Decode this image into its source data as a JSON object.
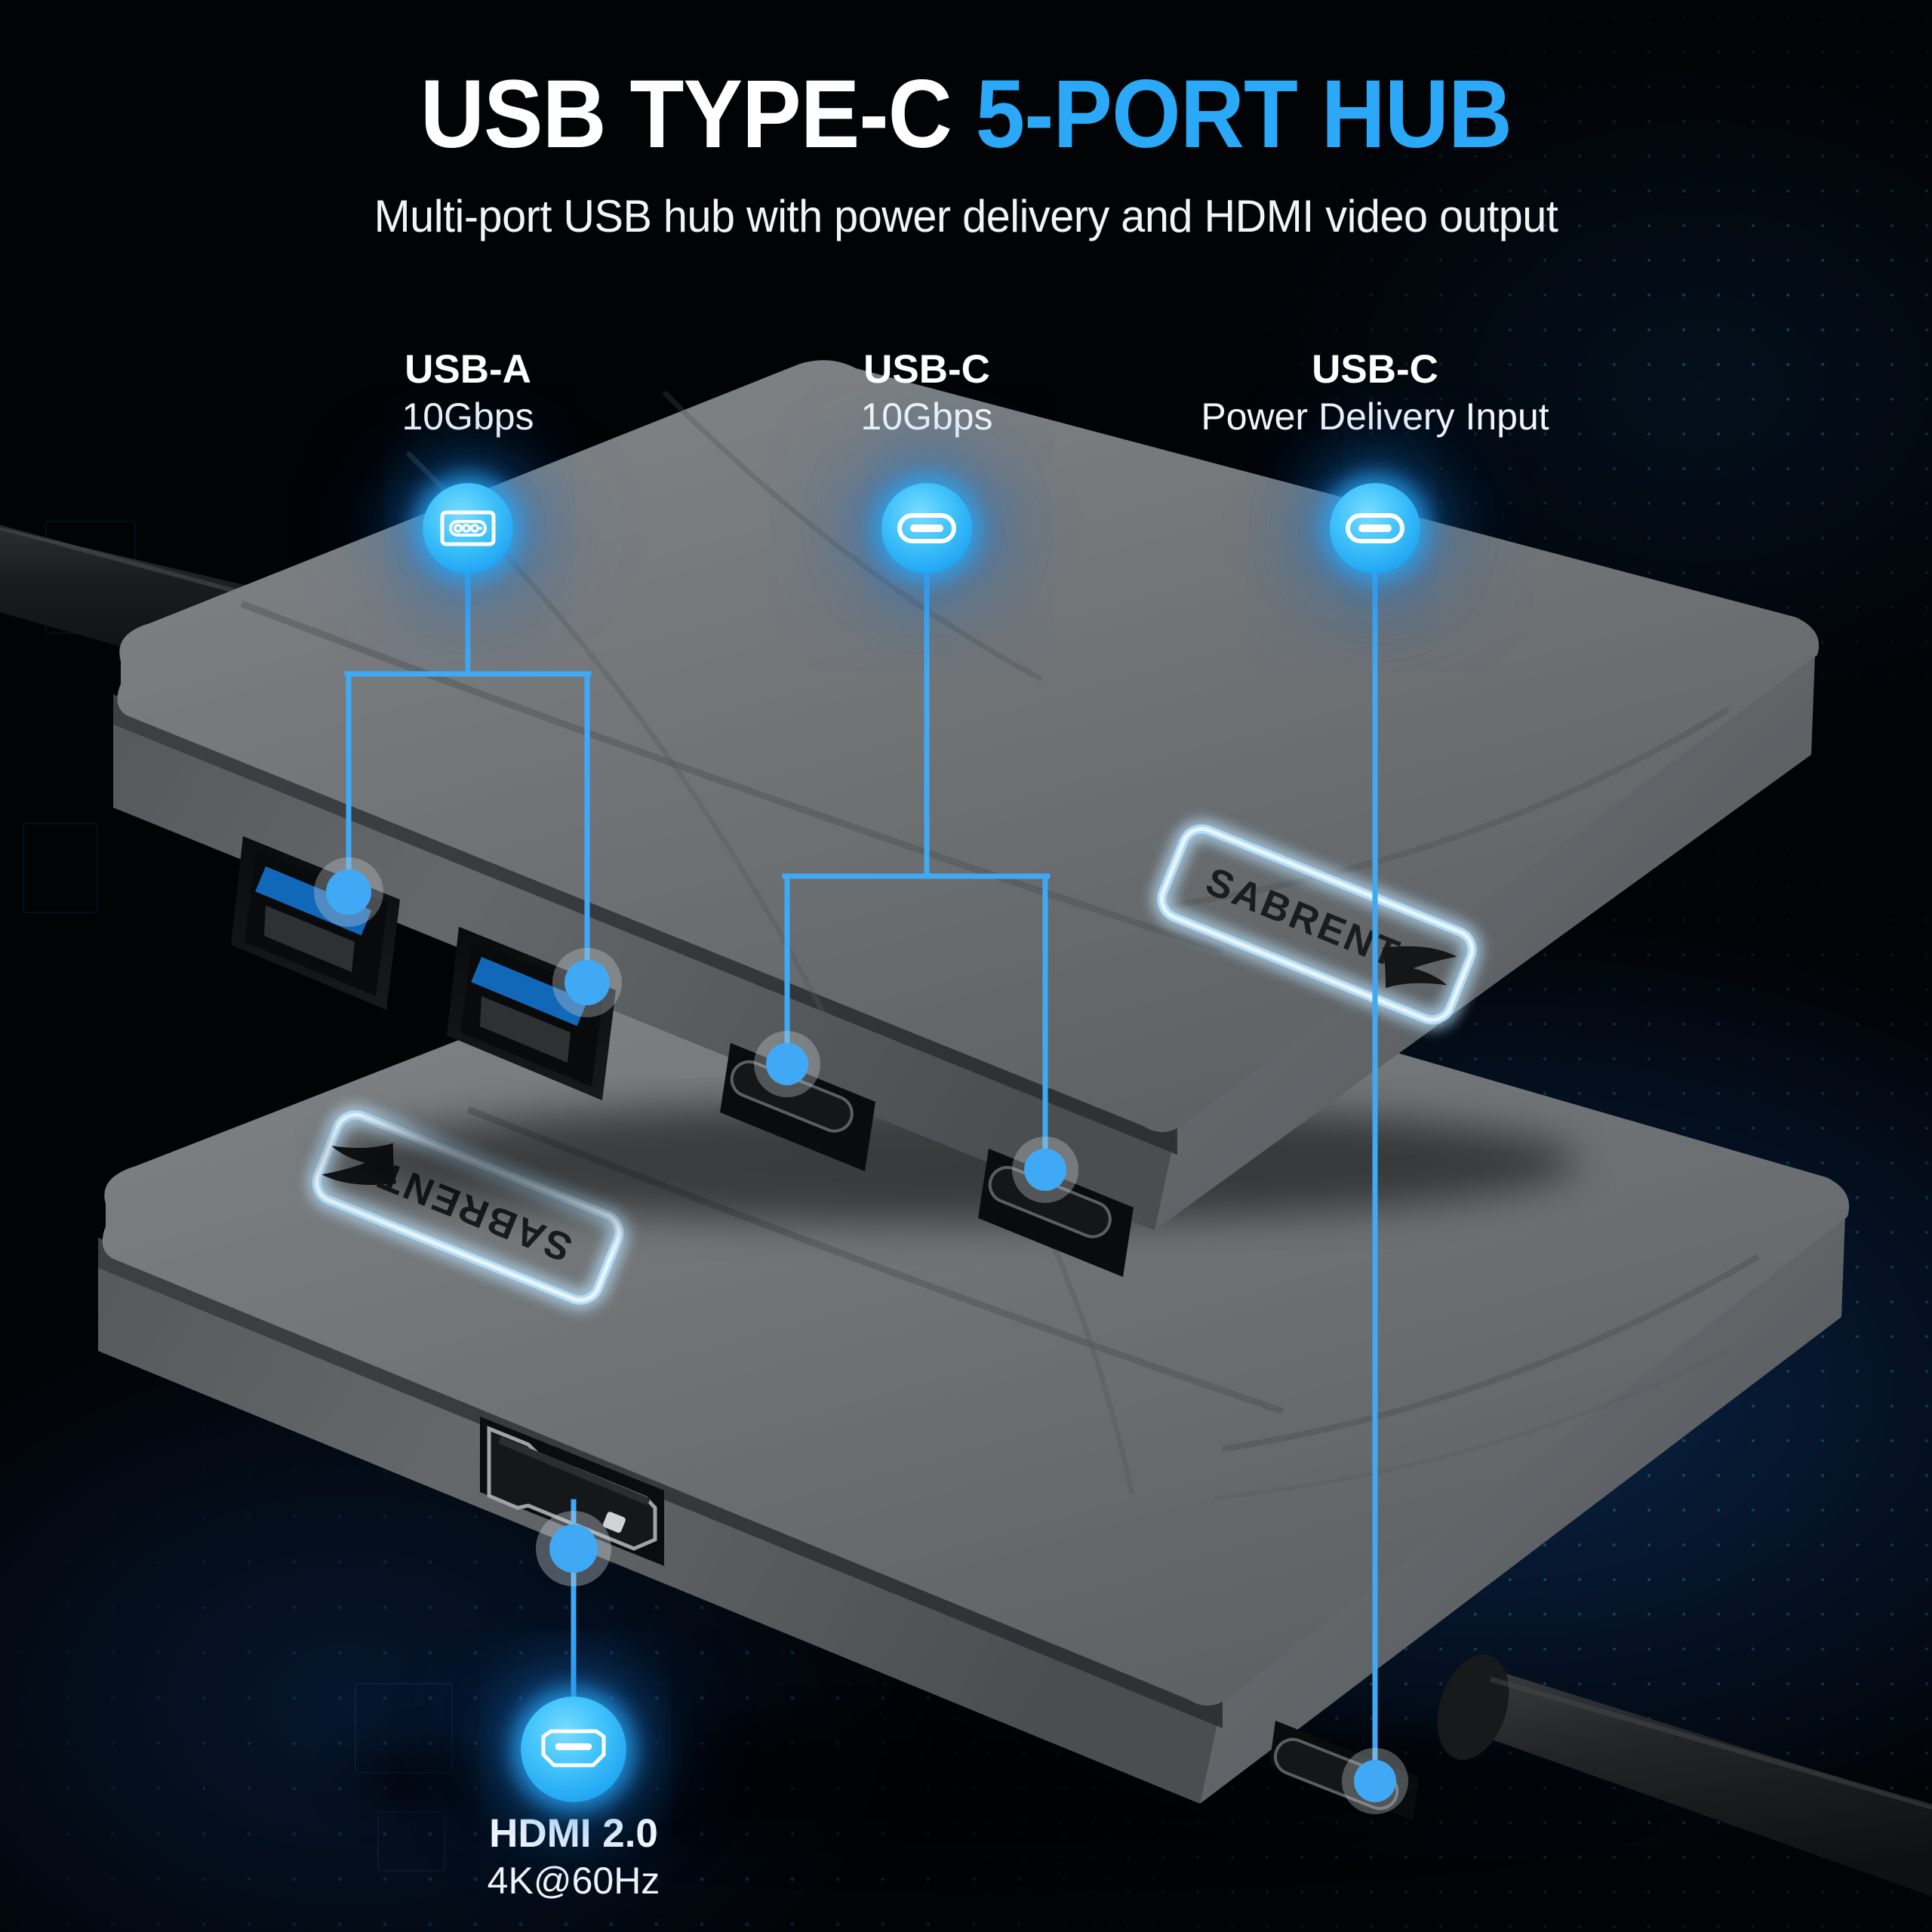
{
  "header": {
    "title_white": "USB TYPE-C ",
    "title_accent": "5-PORT HUB",
    "subtitle": "Multi-port USB hub with power delivery and HDMI video output"
  },
  "brand": {
    "name": "SABRENT"
  },
  "colors": {
    "accent_blue": "#2BA9F8",
    "bubble_blue": "#43C4FB",
    "line_blue": "#3FA9F5",
    "device_body": "#6A6E71",
    "device_top": "#7A7E81",
    "device_side": "#55595C",
    "background": "#010305",
    "dot_teal": "#2496AA",
    "port_inner_blue": "#1268B8"
  },
  "callouts": [
    {
      "id": "usb-a",
      "title": "USB-A",
      "subtitle": "10Gbps",
      "icon": "usb-a-icon",
      "port_count": 2
    },
    {
      "id": "usb-c-data",
      "title": "USB-C",
      "subtitle": "10Gbps",
      "icon": "usb-c-icon",
      "port_count": 2
    },
    {
      "id": "usb-c-pd",
      "title": "USB-C",
      "subtitle": "Power Delivery Input",
      "icon": "usb-c-icon",
      "port_count": 1
    },
    {
      "id": "hdmi",
      "title": "HDMI 2.0",
      "subtitle": "4K@60Hz",
      "icon": "hdmi-icon",
      "port_count": 1
    }
  ]
}
